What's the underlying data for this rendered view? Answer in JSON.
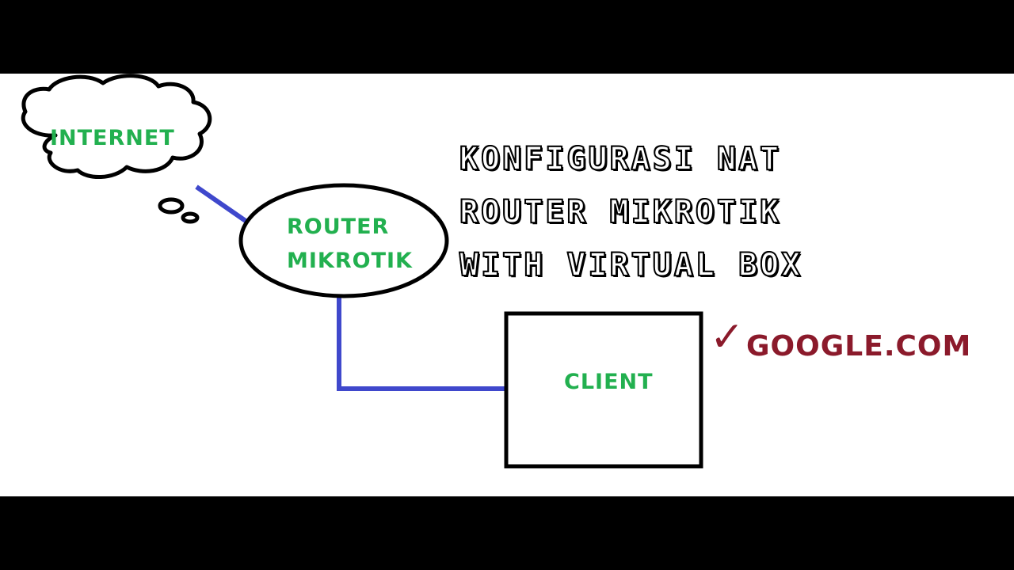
{
  "diagram": {
    "nodes": {
      "internet": {
        "label": "INTERNET"
      },
      "router": {
        "line1": "ROUTER",
        "line2": "MIKROTIK"
      },
      "client": {
        "label": "CLIENT"
      }
    },
    "title": {
      "line1": "KONFIGURASI NAT",
      "line2": "ROUTER MIKROTIK",
      "line3": "WITH VIRTUAL BOX"
    },
    "result": {
      "check": "✓",
      "text": "GOOGLE.COM"
    }
  },
  "colors": {
    "label_green": "#22b04f",
    "link_blue": "#3f48cc",
    "result_red": "#8b1a2b",
    "outline": "#000000",
    "background": "#ffffff",
    "letterbox": "#000000"
  },
  "icons": [
    "cloud-shape",
    "ellipse-shape",
    "box-shape",
    "checkmark-icon"
  ]
}
